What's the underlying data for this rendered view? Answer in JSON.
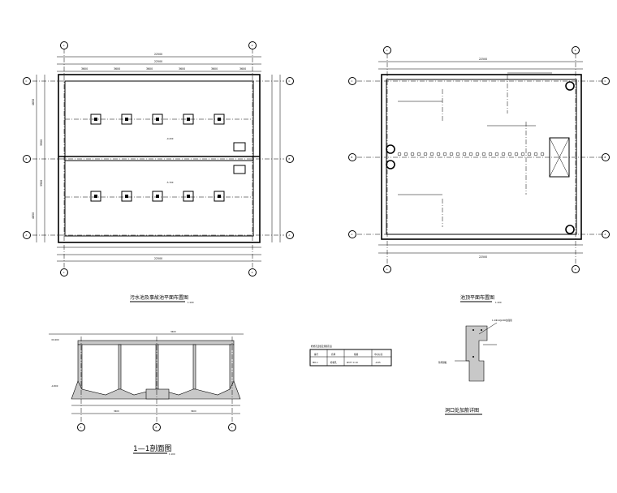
{
  "drawings": {
    "plan1": {
      "title": "污水池及事故池平面布置图",
      "scale": "1:100"
    },
    "plan2": {
      "title": "池顶平面布置图",
      "scale": "1:100"
    },
    "section": {
      "title": "1—1剖面图",
      "scale": "1:100"
    },
    "detail": {
      "title": "洞口处加筋详图"
    }
  },
  "grid_labels": {
    "numbers": [
      "①",
      "②"
    ],
    "letters": [
      "A",
      "B",
      "C"
    ]
  },
  "dimensions": {
    "overall_width": "22500",
    "bay": "3600",
    "rows": [
      "4650",
      "3900",
      "3900",
      "4650"
    ],
    "elevations": [
      "-0.200",
      "-5.700",
      "-4.800",
      "±0.000"
    ]
  },
  "table": {
    "title": "检修孔盖板及预留孔表",
    "headers": [
      "编号",
      "名称",
      "规格",
      "中心标高"
    ],
    "row": [
      "MD-1",
      "检修孔",
      "Φ377 X 10",
      "-0.05"
    ]
  },
  "detail_notes": {
    "rebar": "1.2Φ10@200加强筋",
    "plate": "预埋钢板"
  }
}
